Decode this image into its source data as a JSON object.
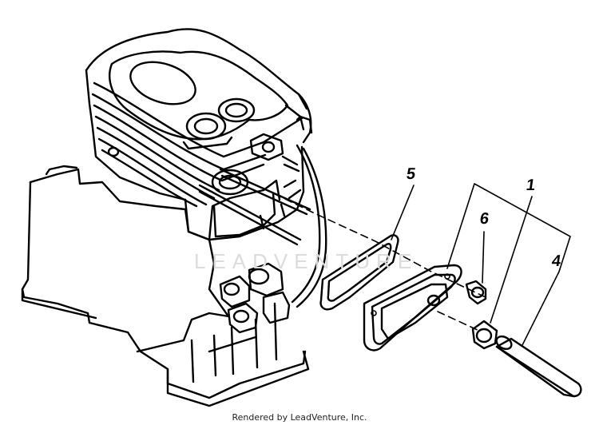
{
  "diagram": {
    "callouts": {
      "part_1": "1",
      "part_4": "4",
      "part_5": "5",
      "part_6": "6"
    },
    "watermark_text": "LEADVENTURE",
    "credit": "Rendered by LeadVenture, Inc."
  },
  "colors": {
    "line": "#000000",
    "background": "#ffffff",
    "watermark": "#dcdcdc"
  }
}
